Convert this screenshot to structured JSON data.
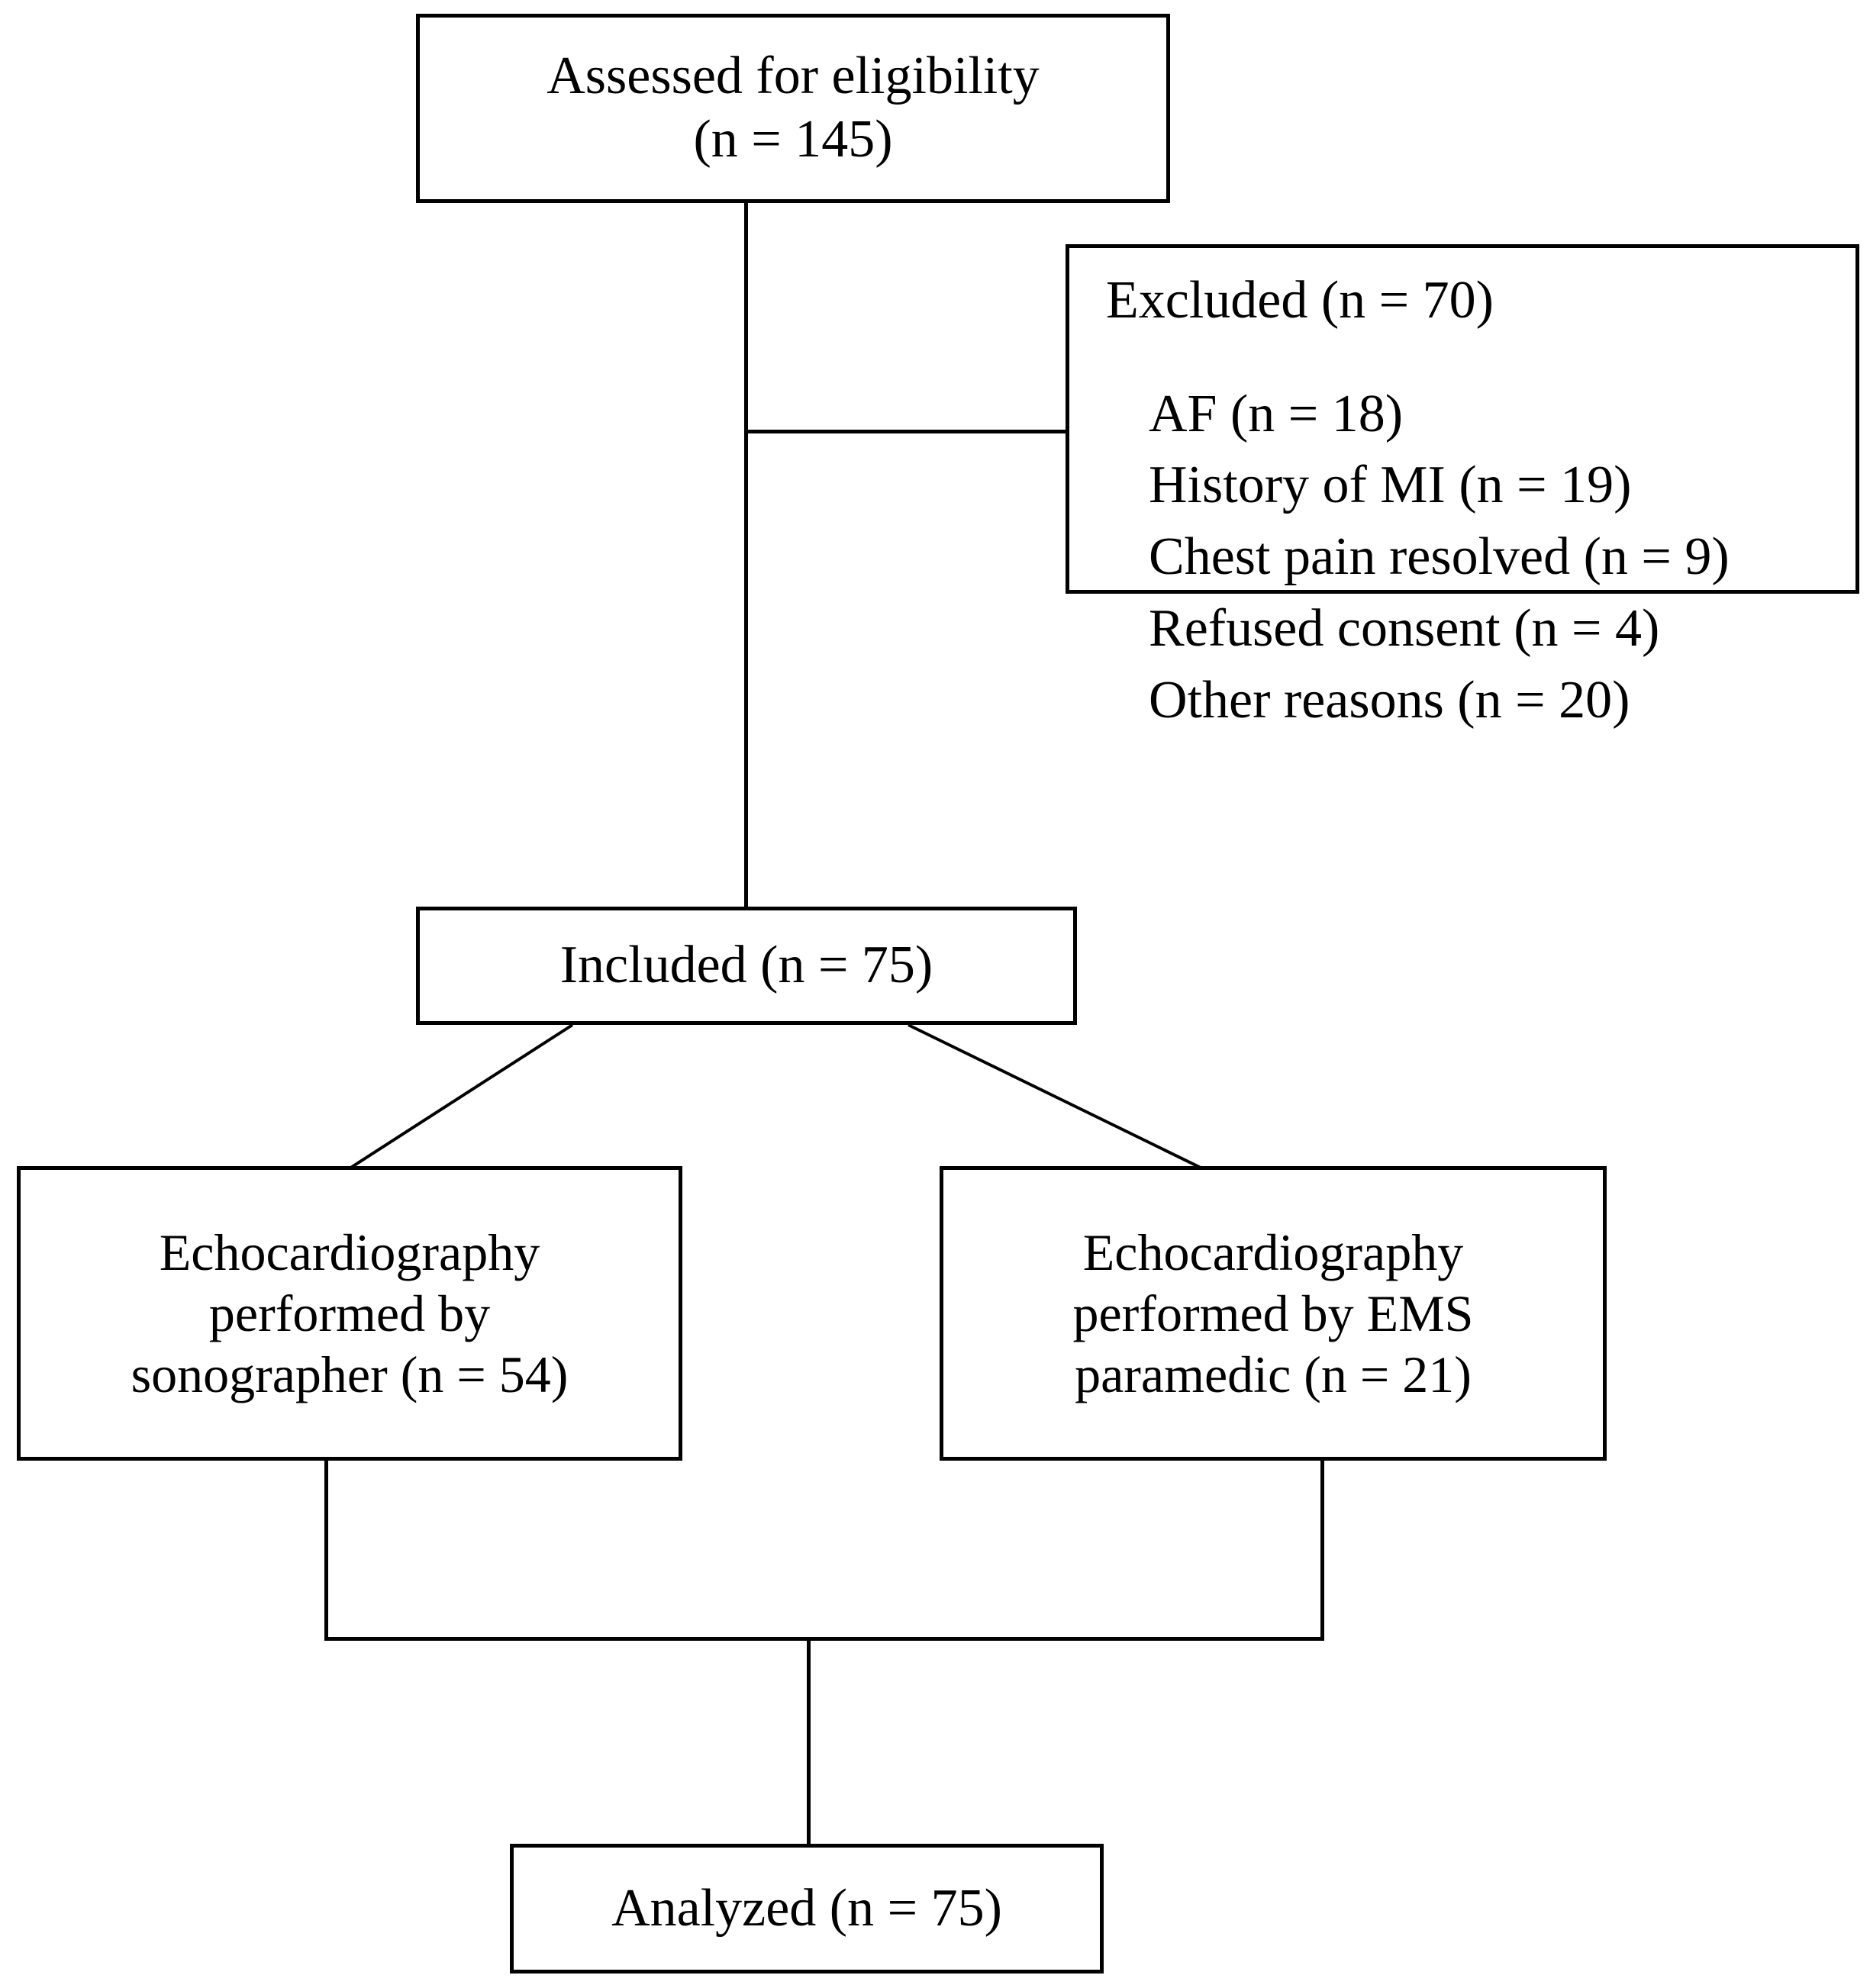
{
  "diagram": {
    "type": "flowchart",
    "title": "Study participant flow diagram",
    "nodes": {
      "assessed": {
        "label": "Assessed for eligibility\n(n = 145)",
        "n": 145
      },
      "excluded": {
        "heading": "Excluded (n = 70)",
        "n": 70,
        "reasons": [
          {
            "label": "AF (n = 18)",
            "n": 18
          },
          {
            "label": "History of MI (n = 19)",
            "n": 19
          },
          {
            "label": "Chest pain resolved (n = 9)",
            "n": 9
          },
          {
            "label": "Refused consent (n = 4)",
            "n": 4
          },
          {
            "label": "Other reasons (n = 20)",
            "n": 20
          }
        ]
      },
      "included": {
        "label": "Included (n = 75)",
        "n": 75
      },
      "echo_sonographer": {
        "label": "Echocardiography\nperformed by\nsonographer (n = 54)",
        "n": 54
      },
      "echo_paramedic": {
        "label": "Echocardiography\nperformed by EMS\nparamedic (n = 21)",
        "n": 21
      },
      "analyzed": {
        "label": "Analyzed (n = 75)",
        "n": 75
      }
    },
    "colors": {
      "border": "#000000",
      "background": "#ffffff",
      "text": "#000000"
    }
  }
}
